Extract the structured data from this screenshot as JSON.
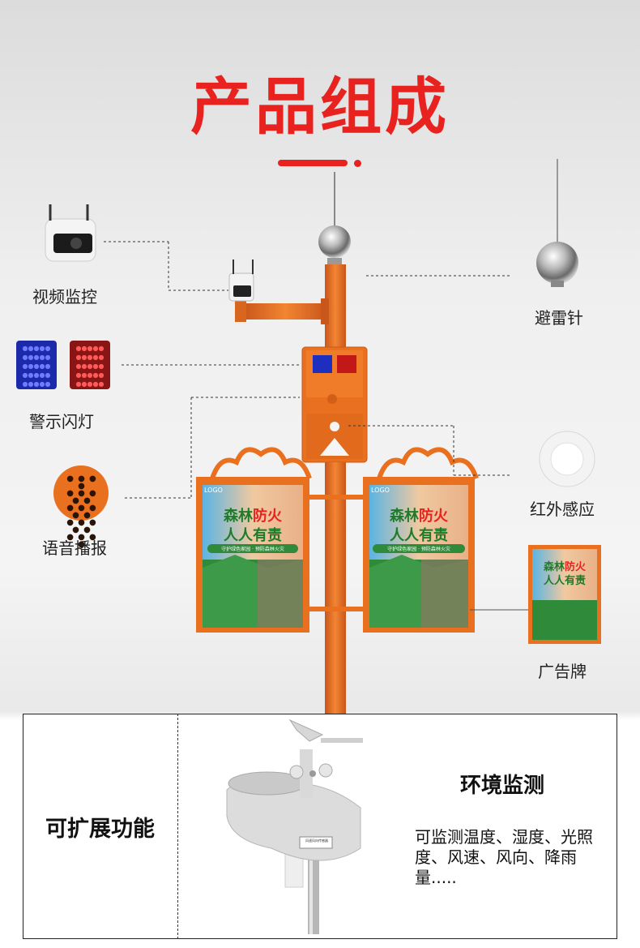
{
  "page": {
    "title": "产品组成"
  },
  "components": {
    "camera": "视频监控",
    "lightning_rod": "避雷针",
    "warning_light": "警示闪灯",
    "infrared": "红外感应",
    "speaker": "语音播报",
    "billboard": "广告牌"
  },
  "poster": {
    "logo": "LOGO",
    "line1_a": "森林",
    "line1_b": "防火",
    "line2": "人人有责",
    "slogan": "守护绿色家园 · 预防森林火灾"
  },
  "extension": {
    "title": "可扩展功能",
    "env_title": "环境监测",
    "env_desc": "可监测温度、湿度、光照度、风速、风向、降雨量.....",
    "device_tag": "风速风向传感器"
  },
  "colors": {
    "accent": "#e8231f",
    "pole": "#e8701f",
    "forest": "#2f8a3a"
  }
}
